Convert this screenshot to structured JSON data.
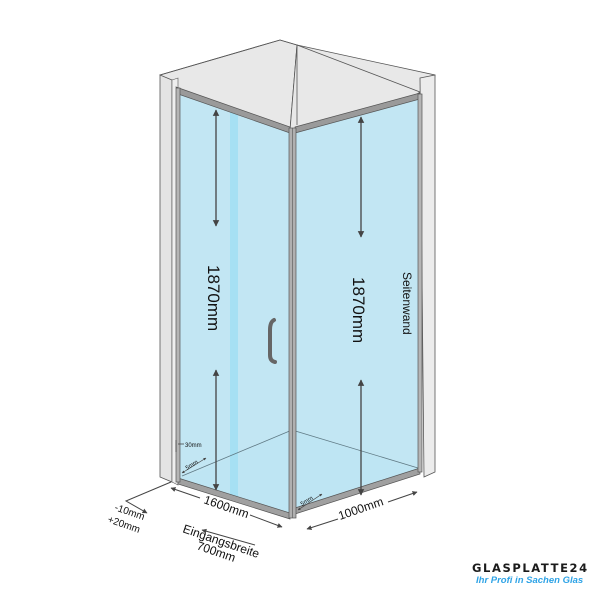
{
  "diagram": {
    "type": "shower-enclosure-dimension-drawing",
    "colors": {
      "glass": "#bde4f2",
      "glass_floor": "#c9eefb",
      "door_strip": "#a6e0f3",
      "wall": "#e9e9e9",
      "wall_top": "#e6e6e6",
      "outline": "#555555",
      "frame": "#9a9a9a",
      "arrow": "#444444",
      "brand_text": "#1b1b1b",
      "brand_tagline": "#2ea3e6"
    },
    "labels": {
      "front_height": "1870mm",
      "side_height": "1870mm",
      "side_wall": "Seitenwand",
      "front_width": "1600mm",
      "side_width": "1000mm",
      "entry_width_title": "Eingangsbreite",
      "entry_width_value": "700mm",
      "tolerance_minus": "-10mm",
      "tolerance_plus": "+20mm",
      "profile_width": "30mm",
      "gap_front": "5mm",
      "gap_side": "5mm"
    },
    "brand": {
      "name": "GLASPLATTE24",
      "tagline": "Ihr Profi in Sachen Glas"
    }
  }
}
